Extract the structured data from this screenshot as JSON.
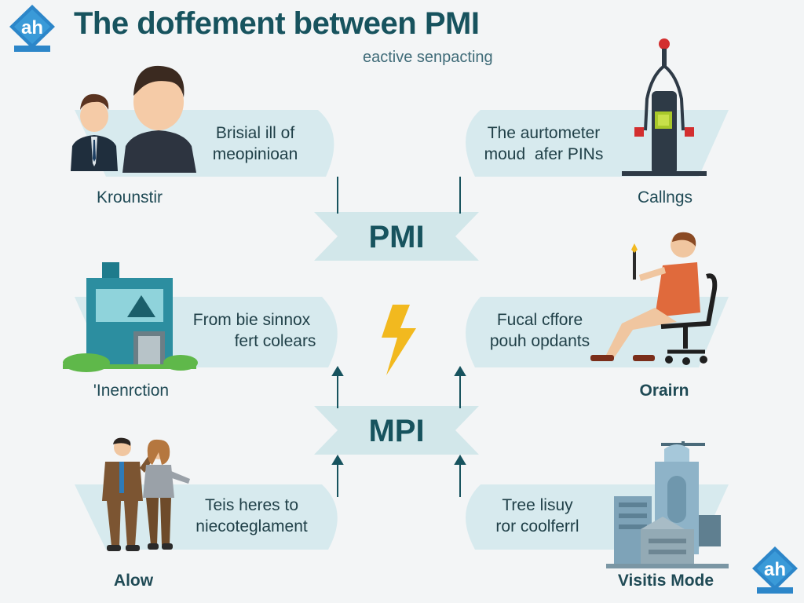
{
  "header": {
    "title": "The doffement between PMI",
    "subtitle": "eactive senpacting",
    "logo_text": "ah"
  },
  "center": {
    "top_ribbon": "PMI",
    "bottom_ribbon": "MPI",
    "bolt_icon": "lightning-bolt-icon"
  },
  "left": [
    {
      "text_line1": "Brisial ill of",
      "text_line2": "meopinioan",
      "caption": "Krounstir",
      "icon": "people-icon"
    },
    {
      "text_line1": "From bie sinnox",
      "text_line2": "fert colears",
      "caption": "'Inenrction",
      "icon": "building-icon"
    },
    {
      "text_line1": "Teis heres to",
      "text_line2": "niecoteglament",
      "caption": "Alow",
      "icon": "couple-talking-icon"
    }
  ],
  "right": [
    {
      "text_line1": "The aurtometer",
      "text_line2": "moud  afer PINs",
      "caption": "Callngs",
      "icon": "tower-icon"
    },
    {
      "text_line1": "Fucal cffore",
      "text_line2": "pouh opdants",
      "caption": "Orairn",
      "icon": "seated-person-icon"
    },
    {
      "text_line1": "Tree lisuy",
      "text_line2": "ror coolferrl",
      "caption": "Visitis Mode",
      "icon": "city-buildings-icon"
    }
  ],
  "colors": {
    "title": "#17535e",
    "banner": "#d7eaee",
    "arrow": "#17535e",
    "bolt": "#f2b91f",
    "logo": "#2c86c9"
  }
}
